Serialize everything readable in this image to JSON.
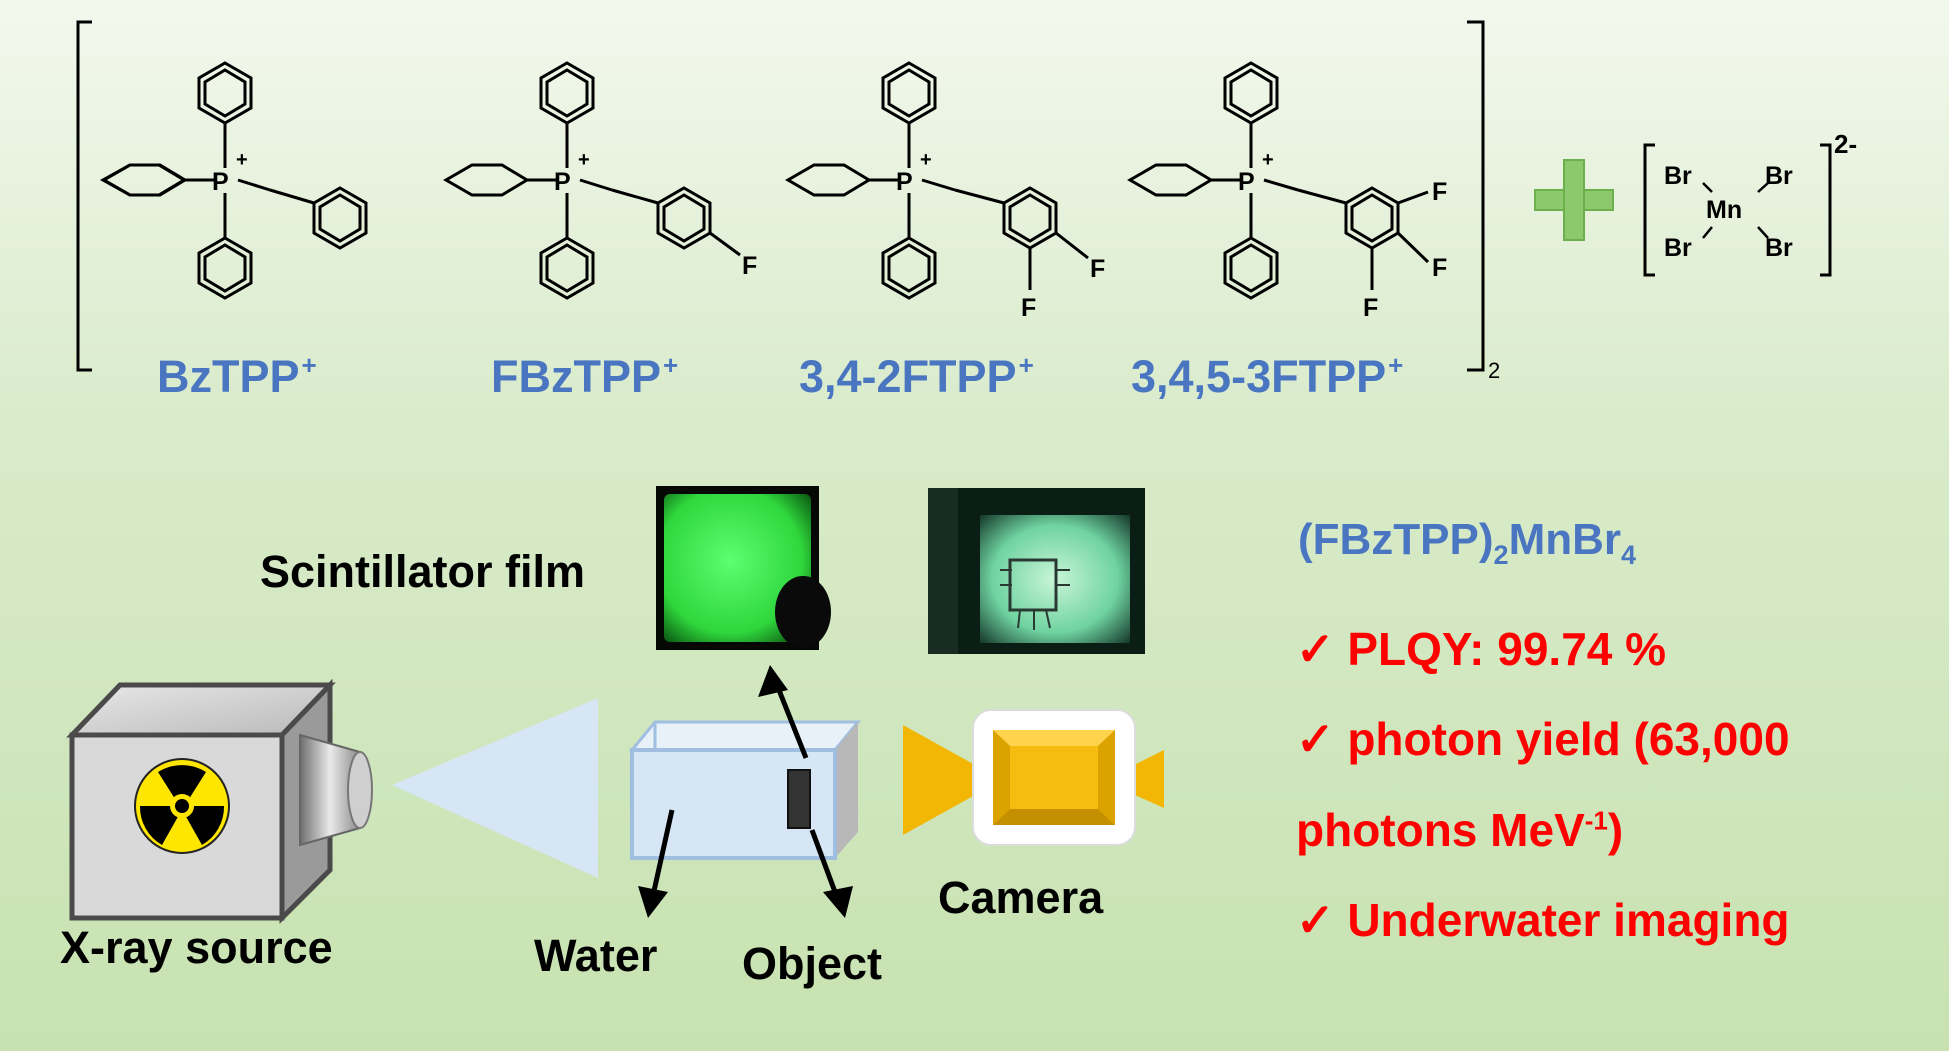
{
  "cations": [
    {
      "name": "BzTPP",
      "charge": "+"
    },
    {
      "name": "FBzTPP",
      "charge": "+"
    },
    {
      "name": "3,4-2FTPP",
      "charge": "+"
    },
    {
      "name": "3,4,5-3FTPP",
      "charge": "+"
    }
  ],
  "bracket_subscript": "2",
  "atoms": {
    "phosphorus": "P",
    "plus": "+",
    "fluorine": "F",
    "bromine": "Br",
    "manganese": "Mn"
  },
  "anion_charge": "2-",
  "labels": {
    "scintillator_film": "Scintillator film",
    "xray_source": "X-ray source",
    "water": "Water",
    "object": "Object",
    "camera": "Camera"
  },
  "compound": {
    "prefix": "(FBzTPP)",
    "sub1": "2",
    "mid": "MnBr",
    "sub2": "4"
  },
  "features": [
    {
      "check": "✓",
      "text": "PLQY: 99.74 %"
    },
    {
      "check": "✓",
      "text": "photon yield (63,000"
    },
    {
      "line2_prefix": "photons MeV",
      "line2_sup": "-1",
      "line2_suffix": ")"
    },
    {
      "check": "✓",
      "text": "Underwater imaging"
    }
  ],
  "colors": {
    "blue": "#4a76c1",
    "red": "#ff0000",
    "green_plus": "#8ec86e",
    "glow": "#3ed56a",
    "camera": "#f2b705"
  }
}
